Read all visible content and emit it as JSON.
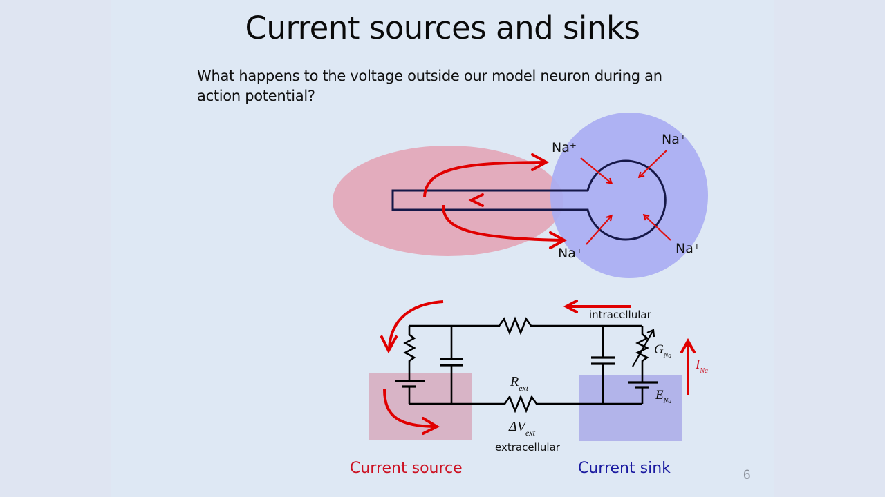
{
  "slide": {
    "title": "Current sources and sinks",
    "subtitle": "What happens to the voltage outside our model neuron during an action potential?",
    "page_number": "6"
  },
  "neuron_diagram": {
    "ion_labels": [
      "Na⁺",
      "Na⁺",
      "Na⁺",
      "Na⁺"
    ],
    "colors": {
      "source_region": "#e3a9b9",
      "sink_region": "#aaaef3",
      "current_arrow": "#e00000",
      "membrane": "#0d1040"
    }
  },
  "circuit": {
    "intracellular_label": "intracellular",
    "extracellular_label": "extracellular",
    "r_ext_main": "R",
    "r_ext_sub": "ext",
    "dv_ext_main": "ΔV",
    "dv_ext_sub": "ext",
    "g_na_main": "G",
    "g_na_sub": "Na",
    "e_na_main": "E",
    "e_na_sub": "Na",
    "i_na_main": "I",
    "i_na_sub": "Na"
  },
  "legend": {
    "source_label": "Current source",
    "sink_label": "Current sink",
    "source_color": "#cc1122",
    "sink_color": "#1a1aa0"
  }
}
